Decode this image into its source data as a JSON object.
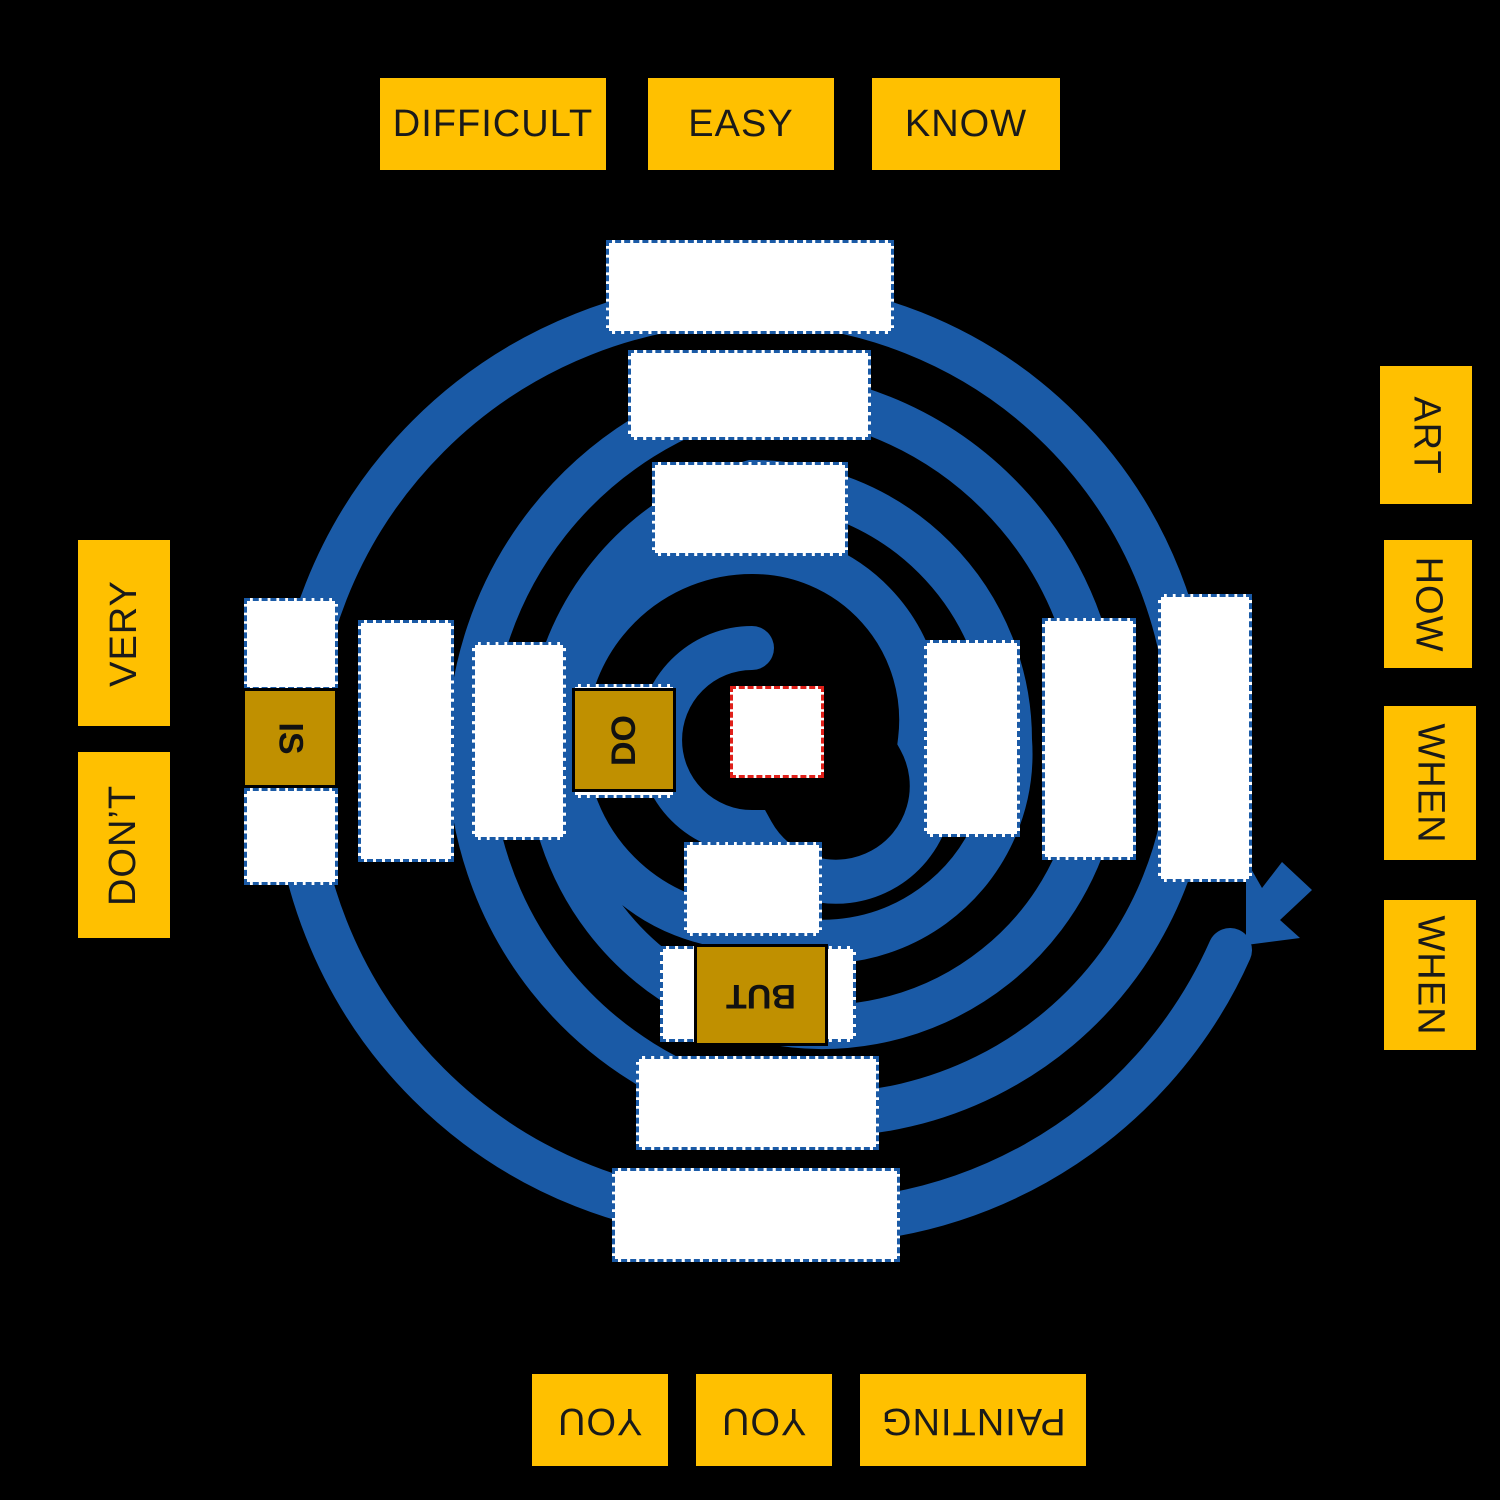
{
  "colors": {
    "background": "#000000",
    "spiral": "#1a5aa6",
    "word_tile": "#ffc000",
    "fixed_tile": "#c09000",
    "slot_fill": "#ffffff",
    "slot_border": "#1a5aa6",
    "center_border": "#e0201a"
  },
  "word_bank": {
    "top": [
      "DIFFICULT",
      "EASY",
      "KNOW"
    ],
    "right": [
      "ART",
      "HOW",
      "WHEN",
      "WHEN"
    ],
    "bottom": [
      "YOU",
      "YOU",
      "PAINTING"
    ],
    "left": [
      "VERY",
      "DON’T"
    ]
  },
  "fixed_words": {
    "is": "IS",
    "do": "DO",
    "but": "BUT"
  },
  "icons": {
    "start_arrow": "arrow-down-left-icon"
  }
}
